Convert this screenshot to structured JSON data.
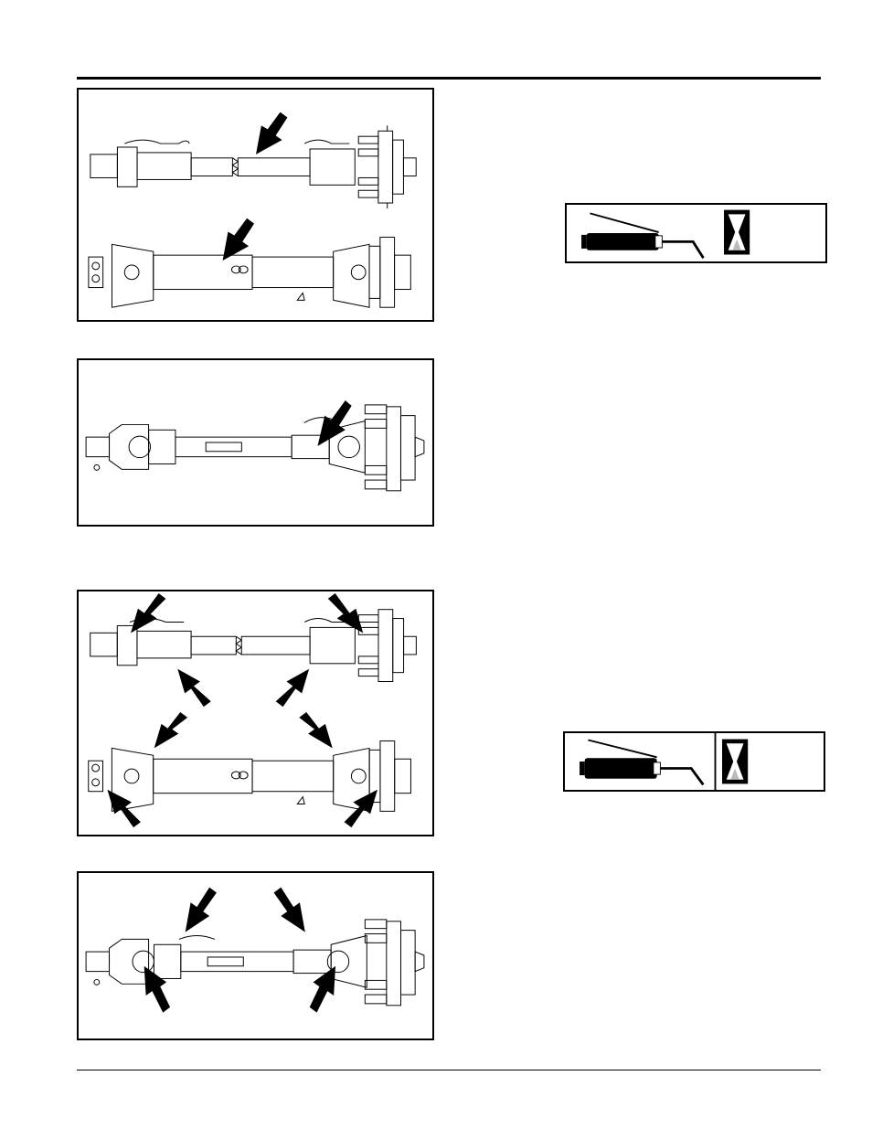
{
  "page": {
    "figures": [
      {
        "name": "figure-shaft-two-views-top-arrows"
      },
      {
        "name": "figure-shaft-collapsed-single-arrow"
      },
      {
        "name": "figure-shaft-two-views-eight-arrows"
      },
      {
        "name": "figure-shaft-collapsed-four-arrows"
      }
    ],
    "lube_panels": [
      {
        "grease_icon": "grease-gun-icon",
        "interval_icon": "hourglass-icon"
      },
      {
        "grease_icon": "grease-gun-icon",
        "interval_icon": "hourglass-icon"
      }
    ]
  }
}
